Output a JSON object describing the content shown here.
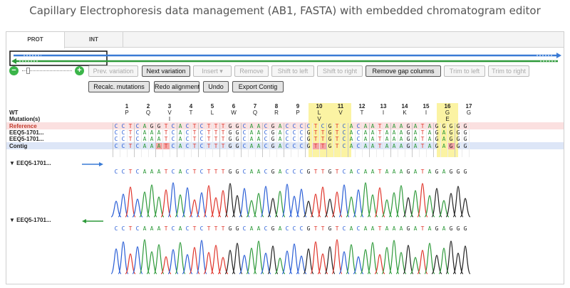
{
  "caption": "Capillary Electrophoresis data management (AB1, FASTA) with embedded chromatogram editor",
  "tabs": [
    {
      "label": "PROT",
      "active": true
    },
    {
      "label": "INT",
      "active": false
    }
  ],
  "zoom": {
    "minus": "−",
    "plus": "+"
  },
  "toolbar": {
    "row1": [
      {
        "label": "Prev. variation",
        "enabled": false
      },
      {
        "label": "Next variation",
        "enabled": true
      },
      {
        "label": "Insert ▾",
        "enabled": false
      },
      {
        "label": "Remove",
        "enabled": false
      },
      {
        "label": "Shift to left",
        "enabled": false
      },
      {
        "label": "Shift to right",
        "enabled": false
      },
      {
        "label": "Remove gap columns",
        "enabled": true
      },
      {
        "label": "Trim to left",
        "enabled": false
      },
      {
        "label": "Trim to right",
        "enabled": false
      }
    ],
    "row2": [
      {
        "label": "Recalc. mutations",
        "enabled": true
      },
      {
        "label": "Redo alignment",
        "enabled": true
      },
      {
        "label": "Undo",
        "enabled": true
      },
      {
        "label": "Export Contig",
        "enabled": true
      }
    ]
  },
  "rows": {
    "wt": "WT",
    "mutations": "Mutation(s)",
    "reference": "Reference",
    "read1": "EEQ5-1701...",
    "read2": "EEQ5-1701...",
    "contig": "Contig"
  },
  "codons": [
    {
      "num": "1",
      "wt": "P",
      "mut": ""
    },
    {
      "num": "2",
      "wt": "Q",
      "mut": ""
    },
    {
      "num": "3",
      "wt": "V",
      "mut": "I"
    },
    {
      "num": "4",
      "wt": "T",
      "mut": ""
    },
    {
      "num": "5",
      "wt": "L",
      "mut": ""
    },
    {
      "num": "6",
      "wt": "W",
      "mut": ""
    },
    {
      "num": "7",
      "wt": "Q",
      "mut": ""
    },
    {
      "num": "8",
      "wt": "R",
      "mut": ""
    },
    {
      "num": "9",
      "wt": "P",
      "mut": ""
    },
    {
      "num": "10",
      "wt": "L",
      "mut": "V",
      "highlight": true
    },
    {
      "num": "11",
      "wt": "V",
      "mut": "",
      "highlight": true
    },
    {
      "num": "12",
      "wt": "T",
      "mut": ""
    },
    {
      "num": "13",
      "wt": "I",
      "mut": ""
    },
    {
      "num": "14",
      "wt": "K",
      "mut": ""
    },
    {
      "num": "15",
      "wt": "I",
      "mut": ""
    },
    {
      "num": "16",
      "wt": "G",
      "mut": "E",
      "highlight": true
    },
    {
      "num": "17",
      "wt": "G",
      "mut": ""
    }
  ],
  "sequences": {
    "reference": "CCTCAGGTCACTCTTTGGCAACGACCCCTCGTCACAATAAAGATAGGGGG",
    "read1": "CCTCAAATCACTCTTTGGCAACGACCCGTTGTCACAATAAAGATAGAGGG",
    "read2": "CCTCAAATCACTCTTTGGCAACGACCCGTTGTCACAATAAAGATAGAGGG",
    "contig": "CCTCAAATCACTCTTTGGCAACGACCCGTTGTCACAATAAAGATAGAGGG"
  },
  "contig_mismatch_positions": [
    6,
    7,
    28,
    29,
    47
  ],
  "traces": [
    {
      "label": "EEQ5-1701...",
      "direction": "forward",
      "arrow_color": "#3a7bd5",
      "seq": "CCTCAAATCACTCTTTGGCAACGACCCGTTGTCACAATAAAGATAGAGGG"
    },
    {
      "label": "EEQ5-1701...",
      "direction": "reverse",
      "arrow_color": "#2e9a3a",
      "seq": "CCTCAAATCACTCTTTGGCAACGACCCGTTGTCACAATAAAGATAGAGGG"
    }
  ],
  "colors": {
    "A": "#2e9a3a",
    "C": "#2b5fd6",
    "G": "#222222",
    "T": "#e0362c",
    "mismatch": "#f4a6a6",
    "highlight": "#fbf3a3",
    "reference_band": "#fbe0e0",
    "contig_band": "#dde6f7"
  }
}
